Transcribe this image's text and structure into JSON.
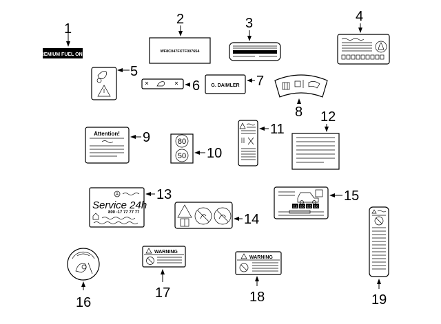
{
  "labels": {
    "premium_fuel": "PREMIUM FUEL ONLY",
    "vin": "WF8C047FXTF007654",
    "daimler": "G. DAIMLER",
    "attention": "Attention!",
    "speed_top": "80",
    "speed_bottom": "50",
    "service": "Service 24h",
    "service_phone": "800 -17 77 77 77",
    "warning_17": "WARNING",
    "warning_18": "WARNING",
    "tire_codes": [
      "2.1",
      "2.0",
      "2.3",
      "2.0"
    ]
  },
  "callouts": [
    "1",
    "2",
    "3",
    "4",
    "5",
    "6",
    "7",
    "8",
    "9",
    "10",
    "11",
    "12",
    "13",
    "14",
    "15",
    "16",
    "17",
    "18",
    "19"
  ],
  "icons": [
    "airbag-warning-icon",
    "hazard-triangle-icon",
    "seat-icon",
    "no-child-seat-icon",
    "no-smoking-icon",
    "no-open-flame-icon",
    "mercedes-star-icon",
    "vehicle-silhouette-icon",
    "prohibition-circle-icon"
  ]
}
